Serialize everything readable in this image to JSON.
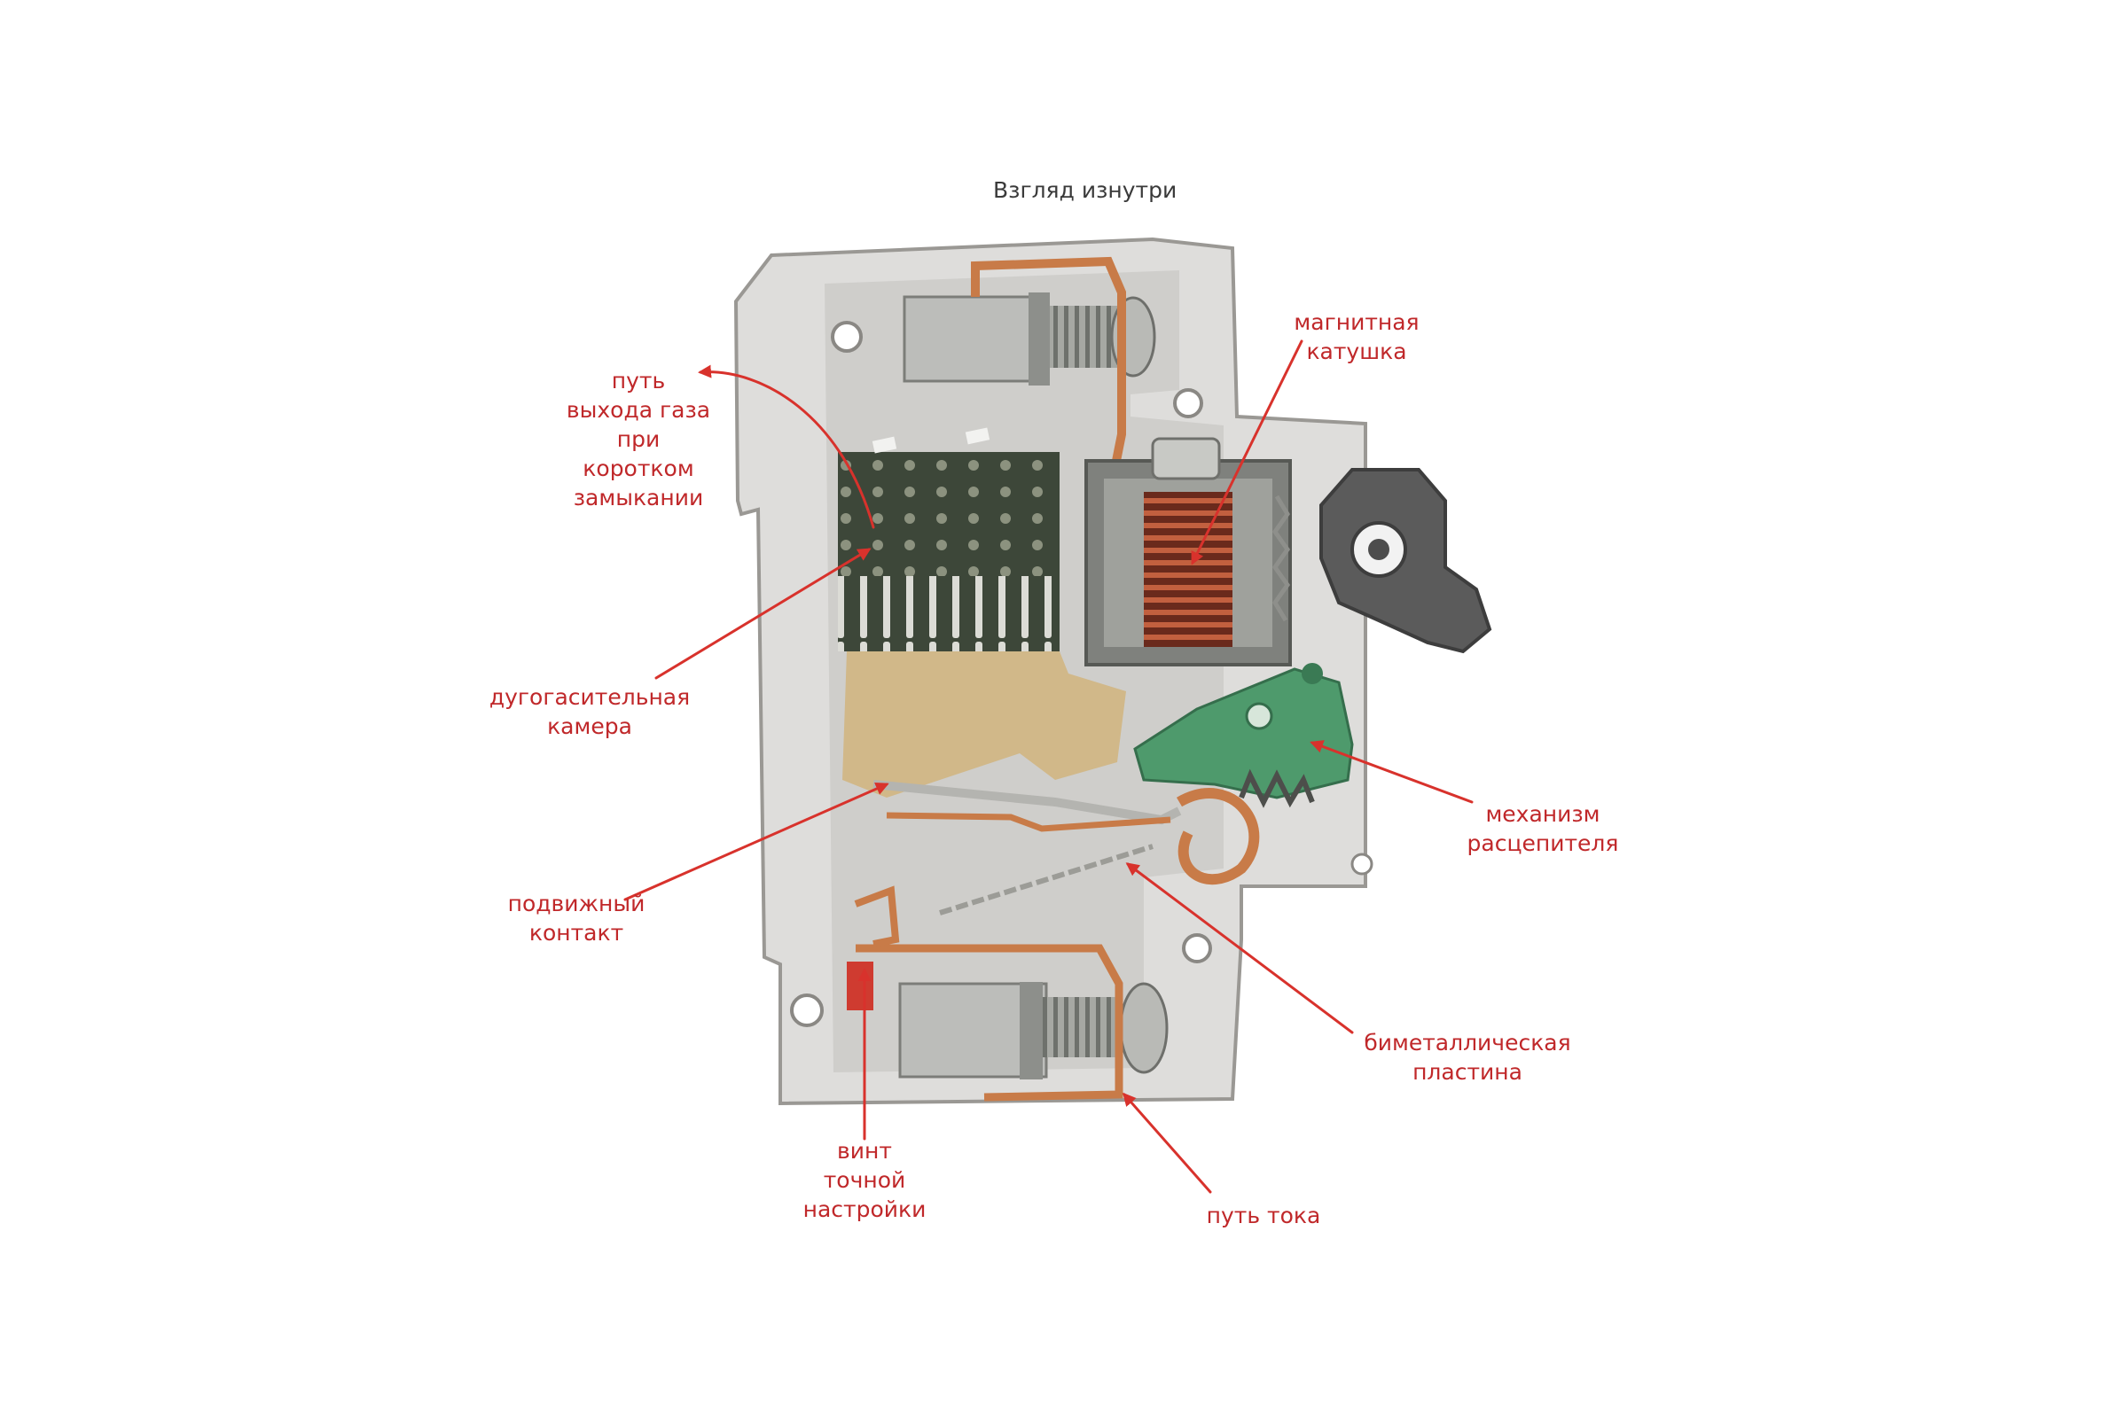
{
  "title": "Взгляд изнутри",
  "colors": {
    "label": "#c0282a",
    "arrow": "#d8322c",
    "housing": "#dedddb",
    "housing_edge": "#9a9894",
    "arc_chute": "#3d4739",
    "copper": "#c87b48",
    "coil": "#a8442e",
    "trip_mechanism": "#4e9a6c",
    "steel": "#b6b7b4",
    "knob": "#5b5b5b"
  },
  "labels": {
    "gas_path": [
      "путь",
      "выхода газа",
      "при",
      "коротком",
      "замыкании"
    ],
    "magnetic_coil": [
      "магнитная",
      "катушка"
    ],
    "arc_chamber": [
      "дугогасительная",
      "камера"
    ],
    "trip_mechanism": [
      "механизм",
      "расцепителя"
    ],
    "movable_contact": [
      "подвижный",
      "контакт"
    ],
    "bimetal_plate": [
      "биметаллическая",
      "пластина"
    ],
    "adjust_screw": [
      "винт",
      "точной",
      "настройки"
    ],
    "current_path": [
      "путь тока"
    ]
  }
}
